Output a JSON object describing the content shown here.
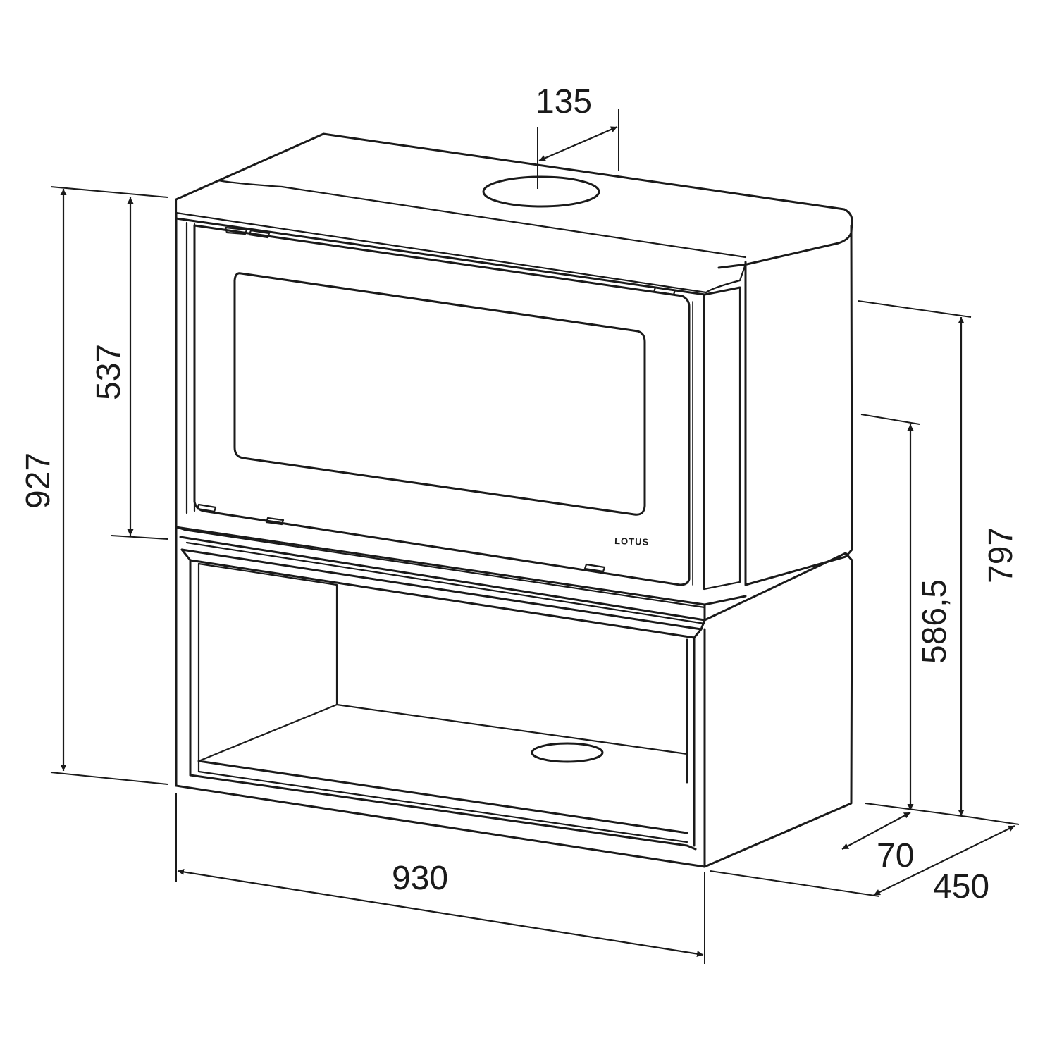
{
  "drawing": {
    "brand": "LOTUS",
    "dimensions": {
      "flue_offset": "135",
      "total_height": "927",
      "stove_height": "537",
      "width": "930",
      "depth_offset": "70",
      "depth": "450",
      "side_height_top": "797",
      "side_height_flue": "586,5"
    }
  }
}
